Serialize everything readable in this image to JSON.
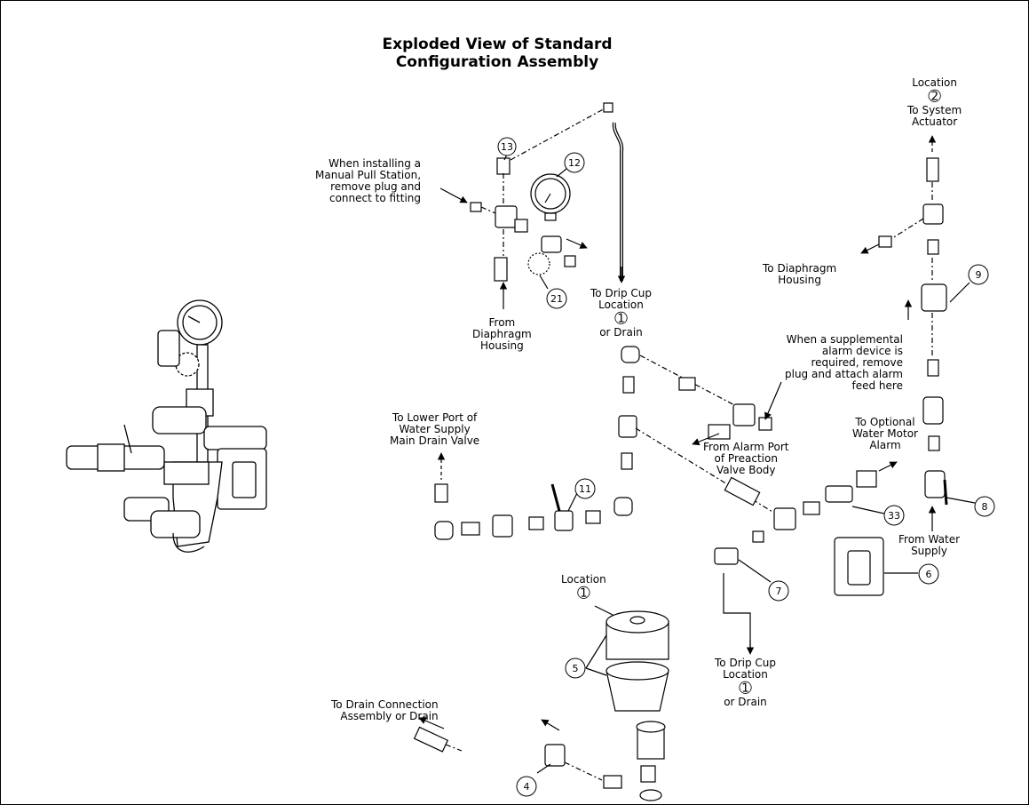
{
  "title_line1": "Exploded View of Standard",
  "title_line2": "Configuration Assembly",
  "labels": {
    "manual_pull": [
      "When installing a",
      "Manual Pull Station,",
      "remove plug and",
      "connect to fitting"
    ],
    "from_diaphragm": [
      "From",
      "Diaphragm",
      "Housing"
    ],
    "drip_cup_top": [
      "To Drip Cup",
      "Location"
    ],
    "drip_cup_top_num": "➀",
    "drip_cup_top_tail": "or Drain",
    "location2_head": "Location",
    "location2_num": "➁",
    "location2_tail": [
      "To System",
      "Actuator"
    ],
    "to_diaphragm": [
      "To Diaphragm",
      "Housing"
    ],
    "supplemental": [
      "When a supplemental",
      "alarm device is",
      "required, remove",
      "plug and attach alarm",
      "feed here"
    ],
    "alarm_port": [
      "From Alarm Port",
      "of Preaction",
      "Valve Body"
    ],
    "water_motor": [
      "To Optional",
      "Water Motor",
      "Alarm"
    ],
    "lower_port": [
      "To Lower Port of",
      "Water Supply",
      "Main Drain Valve"
    ],
    "from_water": [
      "From Water",
      "Supply"
    ],
    "location1_head": "Location",
    "location1_num": "➀",
    "drip_cup_bottom": [
      "To Drip Cup",
      "Location"
    ],
    "drip_cup_bottom_num": "➀",
    "drip_cup_bottom_tail": "or Drain",
    "drain_conn": [
      "To Drain Connection",
      "Assembly or Drain"
    ]
  },
  "callouts": [
    "13",
    "12",
    "21",
    "9",
    "11",
    "33",
    "8",
    "7",
    "6",
    "5",
    "4"
  ]
}
